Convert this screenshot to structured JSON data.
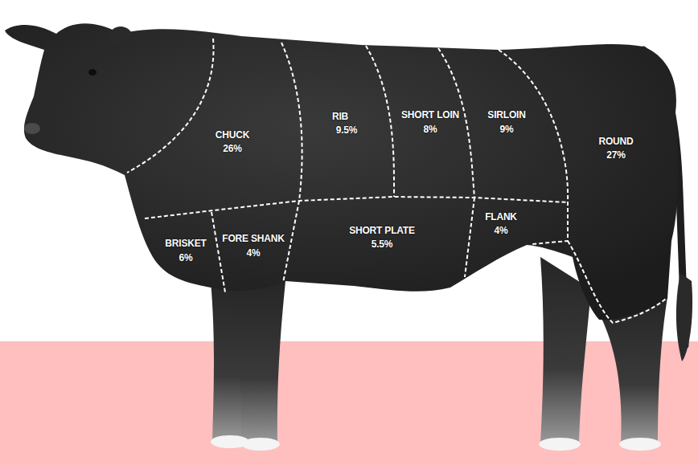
{
  "diagram": {
    "labels": [
      "CHUCK",
      "26%",
      "RIB",
      "9.5%",
      "SHORT LOIN",
      "8%",
      "SIRLOIN",
      "9%",
      "ROUND",
      "27%",
      "BRISKET",
      "6%",
      "FORE SHANK",
      "4%",
      "SHORT PLATE",
      "5.5%",
      "FLANK",
      "4%"
    ]
  }
}
